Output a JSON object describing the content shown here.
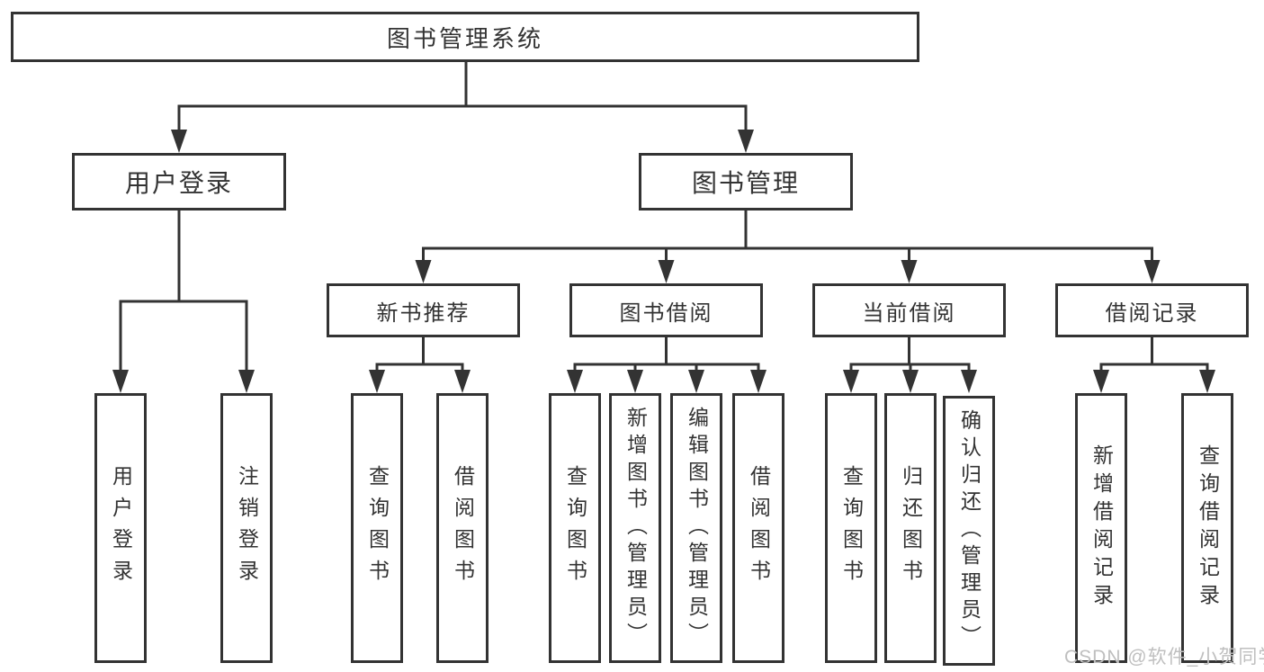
{
  "diagram": {
    "root": "图书管理系统",
    "level2": [
      {
        "label": "用户登录",
        "children": [
          "用户登录",
          "注销登录"
        ]
      },
      {
        "label": "图书管理"
      }
    ],
    "level3": [
      {
        "label": "新书推荐",
        "children": [
          "查询图书",
          "借阅图书"
        ]
      },
      {
        "label": "图书借阅",
        "children": [
          "查询图书",
          "新增图书（管理员）",
          "编辑图书（管理员）",
          "借阅图书"
        ]
      },
      {
        "label": "当前借阅",
        "children": [
          "查询图书",
          "归还图书",
          "确认归还（管理员）"
        ]
      },
      {
        "label": "借阅记录",
        "children": [
          "新增借阅记录",
          "查询借阅记录"
        ]
      }
    ]
  },
  "watermark": {
    "text": "CSDN @软件_小贺同学"
  },
  "colors": {
    "line": "#333333",
    "text": "#333333",
    "box_background": "#ffffff",
    "watermark": "#bfbfbf"
  }
}
